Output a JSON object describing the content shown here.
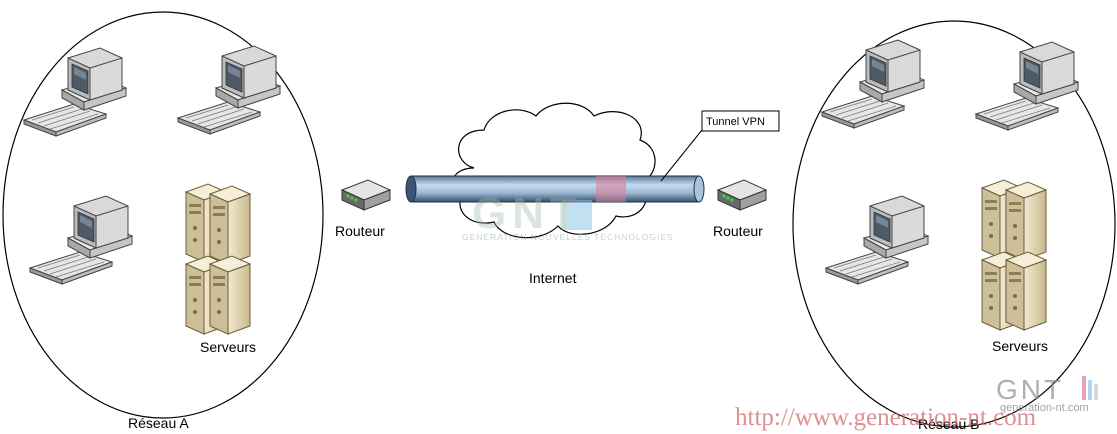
{
  "labels": {
    "network_a": "Réseau A",
    "network_b": "Réseau B",
    "router_left": "Routeur",
    "router_right": "Routeur",
    "internet": "Internet",
    "servers_a": "Serveurs",
    "servers_b": "Serveurs",
    "tunnel": "Tunnel VPN"
  },
  "watermark": {
    "logo": "GNT",
    "tagline": "GENERATION NOUVELLES TECHNOLOGIES",
    "corner_logo": "GNT",
    "corner_site": "generation-nt.com",
    "url": "http://www.generation-nt.com"
  },
  "colors": {
    "pipe_dark": "#3f5f7f",
    "pipe_light": "#b8d0e6",
    "monitor": "#d7d7d7",
    "server": "#e7dcc0",
    "url_red": "#d06060"
  }
}
